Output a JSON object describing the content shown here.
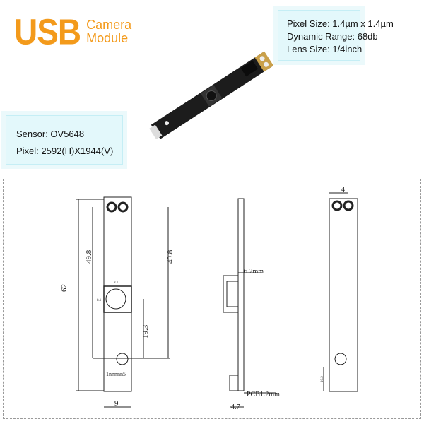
{
  "logo": {
    "brand": "USB",
    "line1": "Camera",
    "line2": "Module",
    "color": "#f39a1b"
  },
  "specs_right": [
    "Pixel Size: 1.4µm x 1.4µm",
    "Dynamic Range: 68db",
    "Lens Size: 1/4inch"
  ],
  "specs_left": [
    "Sensor: OV5648",
    "Pixel: 2592(H)X1944(V)"
  ],
  "drawing": {
    "front": {
      "height_left": "49.8",
      "height_right": "49.8",
      "lens_to_hole": "19.3",
      "width": "9",
      "lens_w": "8.1",
      "lens_h": "8.1",
      "overall": "62",
      "connector": "1nnnnn5"
    },
    "side": {
      "lens_depth": "6.2mm",
      "pcb": "PCB1.2mm",
      "connector": "4.7"
    },
    "back": {
      "hole_spacing": "4",
      "bottom": "10.2"
    }
  }
}
